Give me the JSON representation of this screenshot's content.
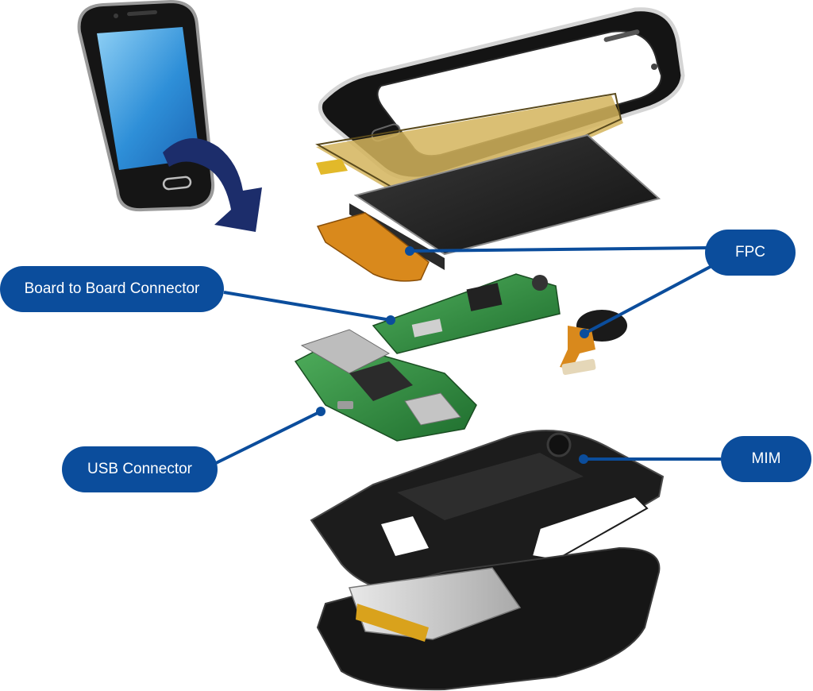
{
  "labels": {
    "board_to_board": "Board to Board Connector",
    "fpc": "FPC",
    "usb": "USB Connector",
    "mim": "MIM"
  },
  "colors": {
    "callout_fill": "#0b4d9c",
    "leader_line": "#0b4d9c",
    "arrow": "#1c2d6b",
    "pcb_green": "#2e8b3e",
    "fpc_orange": "#d9891c",
    "frame_black": "#151515",
    "screen_blue": "#2e8fd8"
  },
  "icons": [
    "smartphone-icon",
    "curved-arrow-icon"
  ]
}
